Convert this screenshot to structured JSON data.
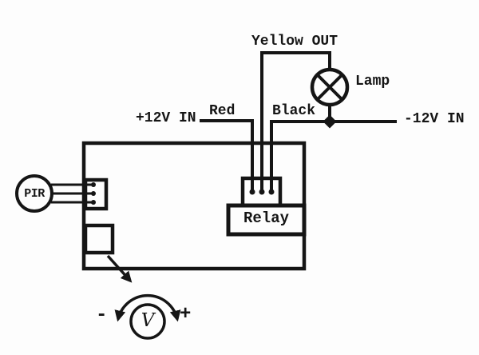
{
  "diagram": {
    "colors": {
      "ink": "#151515",
      "background": "#fdfdfd"
    },
    "power": {
      "positive": "+12V IN",
      "negative": "-12V IN"
    },
    "wires": {
      "red": "Red",
      "black": "Black",
      "yellow": "Yellow OUT"
    },
    "lamp": {
      "label": "Lamp",
      "icon": "lamp-circle-x-icon"
    },
    "relay": {
      "label": "Relay"
    },
    "pir": {
      "label": "PIR"
    },
    "adjuster": {
      "meter": "V",
      "minus": "-",
      "plus": "+",
      "icon": "voltage-adjust-dial-icon"
    }
  }
}
